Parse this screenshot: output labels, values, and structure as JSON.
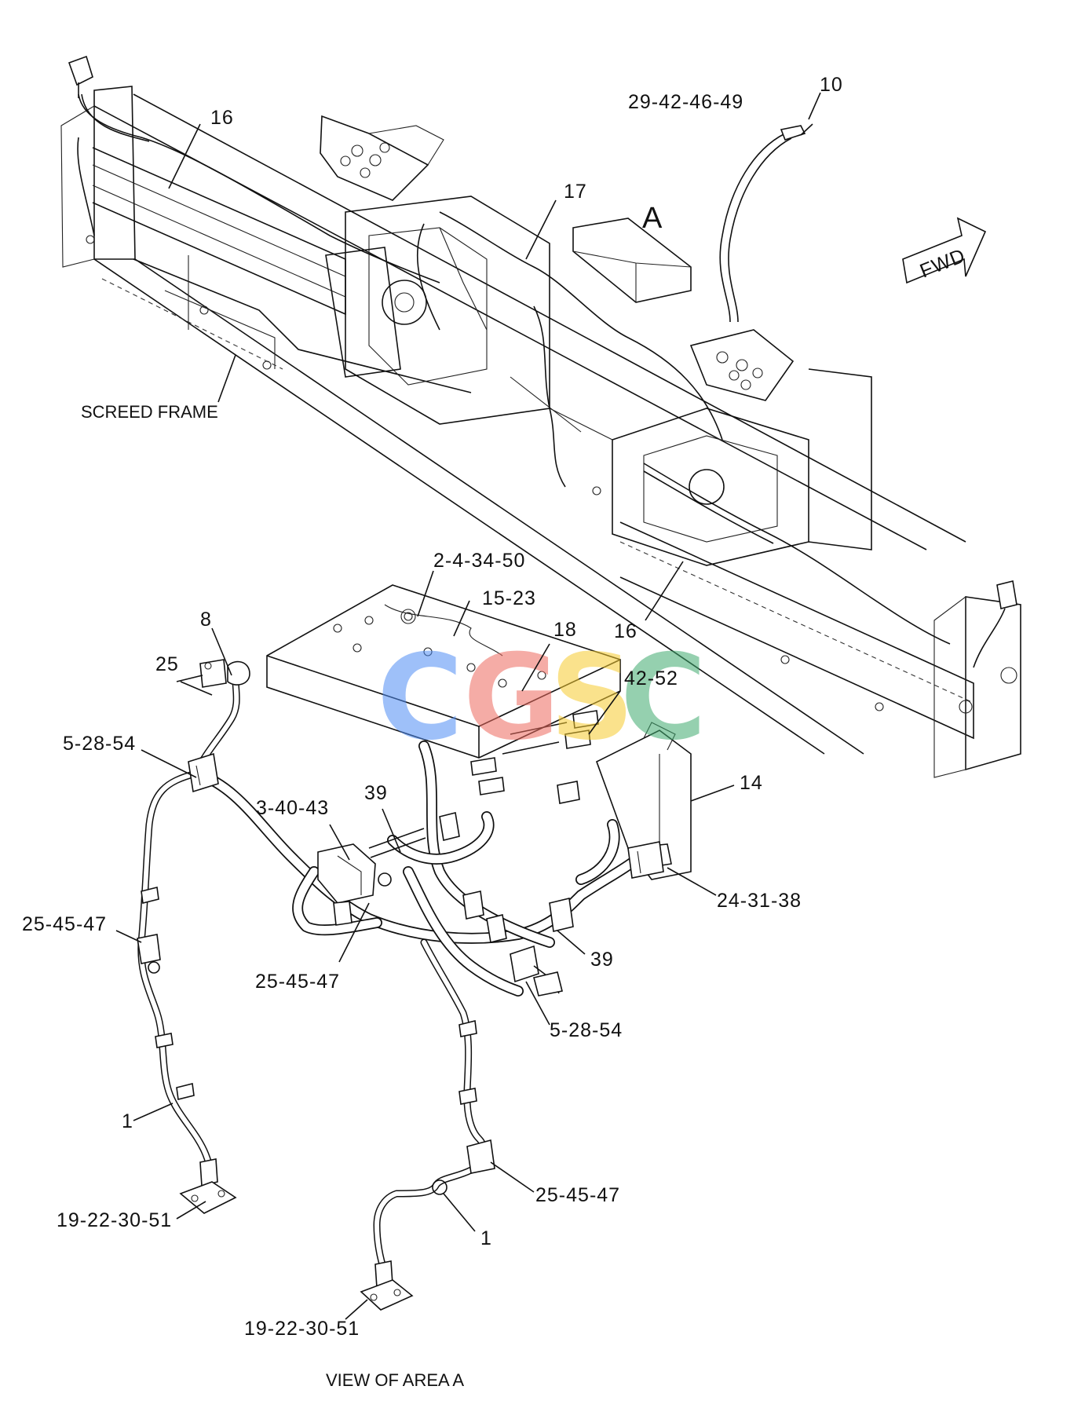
{
  "labels": {
    "top_16": "16",
    "top_10": "10",
    "top_29_42_46_49": "29-42-46-49",
    "top_17": "17",
    "top_A": "A",
    "fwd_arrow": "FWD",
    "screed_frame": "SCREED FRAME",
    "right_16": "16",
    "v_2_4_34_50": "2-4-34-50",
    "v_15_23": "15-23",
    "v_18": "18",
    "v_8": "8",
    "v_25": "25",
    "v_42_52": "42-52",
    "v_5_28_54_left": "5-28-54",
    "v_14": "14",
    "v_3_40_43": "3-40-43",
    "v_39_upper": "39",
    "v_24_31_38": "24-31-38",
    "v_25_45_47_left": "25-45-47",
    "v_39_lower": "39",
    "v_25_45_47_mid": "25-45-47",
    "v_5_28_54_right": "5-28-54",
    "v_1_left": "1",
    "v_25_45_47_right": "25-45-47",
    "v_19_22_30_51_left": "19-22-30-51",
    "v_1_right": "1",
    "v_19_22_30_51_right": "19-22-30-51",
    "view_caption": "VIEW OF AREA A"
  },
  "watermark": {
    "letters": [
      "C",
      "G",
      "S",
      "C"
    ],
    "colors": [
      "#4f8df5",
      "#ee6a5f",
      "#f7cc2f",
      "#3faa6e"
    ]
  }
}
